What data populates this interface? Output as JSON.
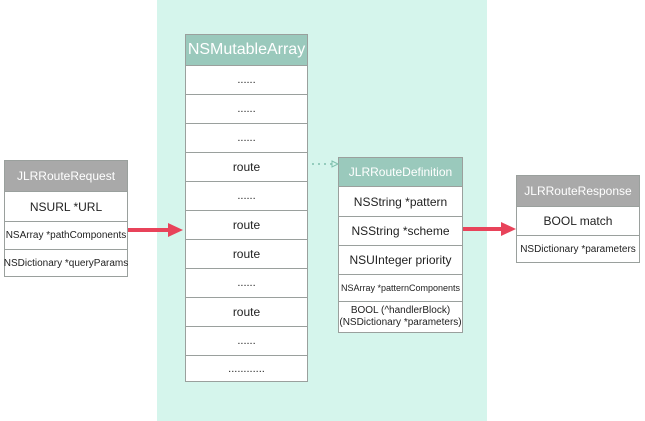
{
  "mutable_array": {
    "title": "NSMutableArray",
    "rows": [
      "......",
      "......",
      "......",
      "route",
      "......",
      "route",
      "route",
      "......",
      "route",
      "......",
      "............"
    ]
  },
  "route_request": {
    "title": "JLRRouteRequest",
    "fields": [
      "NSURL *URL",
      "NSArray *pathComponents",
      "NSDictionary *queryParams"
    ]
  },
  "route_definition": {
    "title": "JLRRouteDefinition",
    "fields": [
      "NSString *pattern",
      "NSString *scheme",
      "NSUInteger priority",
      "NSArray *patternComponents",
      "BOOL (^handlerBlock)",
      "(NSDictionary *parameters)"
    ]
  },
  "route_response": {
    "title": "JLRRouteResponse",
    "fields": [
      "BOOL match",
      "NSDictionary *parameters"
    ]
  },
  "colors": {
    "panel": "#d5f5ec",
    "teal_header": "#9ac9bc",
    "gray_header": "#a9a9a9",
    "arrow": "#e8435a",
    "dotted_connector": "#7fbfad"
  }
}
